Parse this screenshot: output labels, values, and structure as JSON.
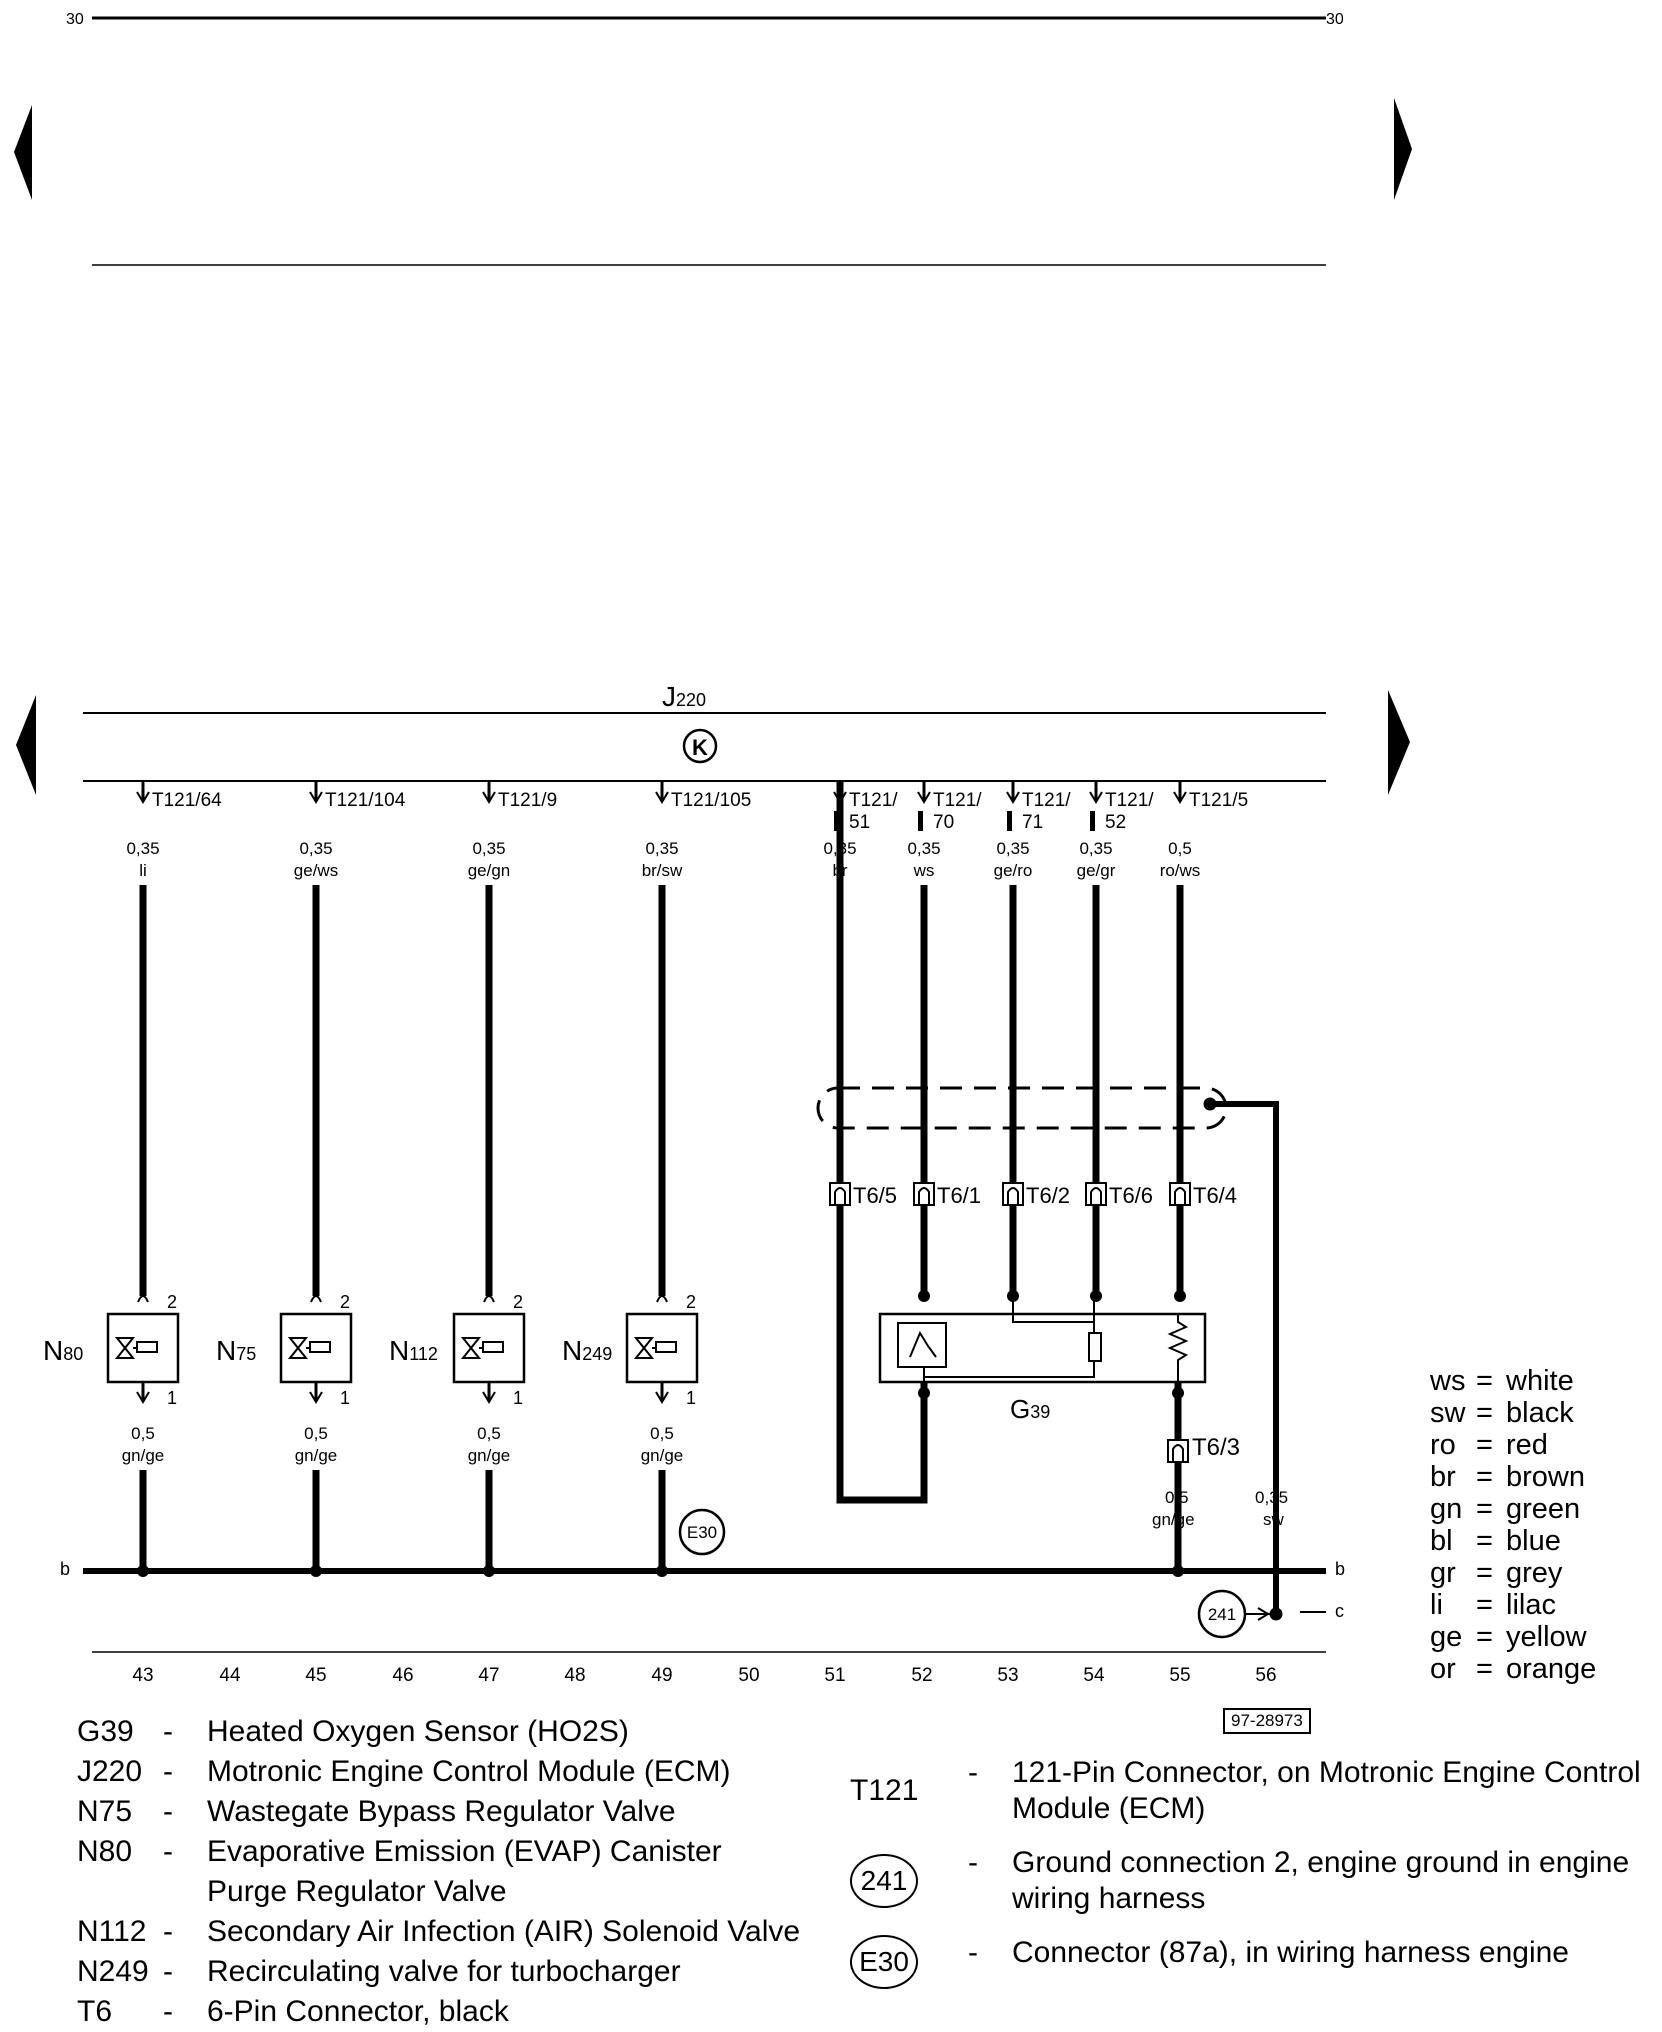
{
  "page_marks": {
    "left": "30",
    "right": "30"
  },
  "ecm": {
    "name": "J",
    "sub": "220"
  },
  "wires": [
    {
      "pin": "T121/64",
      "gauge": "0,35",
      "color": "li"
    },
    {
      "pin": "T121/104",
      "gauge": "0,35",
      "color": "ge/ws"
    },
    {
      "pin": "T121/9",
      "gauge": "0,35",
      "color": "ge/gn"
    },
    {
      "pin": "T121/105",
      "gauge": "0,35",
      "color": "br/sw"
    },
    {
      "pin1": "T121/",
      "pin2": "51",
      "gauge": "0,35",
      "color": "br"
    },
    {
      "pin1": "T121/",
      "pin2": "70",
      "gauge": "0,35",
      "color": "ws"
    },
    {
      "pin1": "T121/",
      "pin2": "71",
      "gauge": "0,35",
      "color": "ge/ro"
    },
    {
      "pin1": "T121/",
      "pin2": "52",
      "gauge": "0,35",
      "color": "ge/gr"
    },
    {
      "pin": "T121/5",
      "gauge": "0,5",
      "color": "ro/ws"
    }
  ],
  "valves": [
    {
      "name": "N",
      "sub": "80",
      "pin_top": "2",
      "pin_bot": "1",
      "gauge": "0,5",
      "color": "gn/ge"
    },
    {
      "name": "N",
      "sub": "75",
      "pin_top": "2",
      "pin_bot": "1",
      "gauge": "0,5",
      "color": "gn/ge"
    },
    {
      "name": "N",
      "sub": "112",
      "pin_top": "2",
      "pin_bot": "1",
      "gauge": "0,5",
      "color": "gn/ge"
    },
    {
      "name": "N",
      "sub": "249",
      "pin_top": "2",
      "pin_bot": "1",
      "gauge": "0,5",
      "color": "gn/ge"
    }
  ],
  "t6_connectors": [
    "T6/5",
    "T6/1",
    "T6/2",
    "T6/6",
    "T6/4"
  ],
  "sensor": {
    "name": "G",
    "sub": "39",
    "connector": "T6/3",
    "gauge": "0,5",
    "color": "gn/ge"
  },
  "ground_wire": {
    "gauge": "0,35",
    "color": "sw"
  },
  "e30": "E30",
  "g241": "241",
  "bus_labels": {
    "b": "b",
    "c": "c"
  },
  "columns": [
    "43",
    "44",
    "45",
    "46",
    "47",
    "48",
    "49",
    "50",
    "51",
    "52",
    "53",
    "54",
    "55",
    "56"
  ],
  "ref_number": "97-28973",
  "colors_legend": [
    {
      "ab": "ws",
      "name": "white"
    },
    {
      "ab": "sw",
      "name": "black"
    },
    {
      "ab": "ro",
      "name": "red"
    },
    {
      "ab": "br",
      "name": "brown"
    },
    {
      "ab": "gn",
      "name": "green"
    },
    {
      "ab": "bl",
      "name": "blue"
    },
    {
      "ab": "gr",
      "name": "grey"
    },
    {
      "ab": "li",
      "name": "lilac"
    },
    {
      "ab": "ge",
      "name": "yellow"
    },
    {
      "ab": "or",
      "name": "orange"
    }
  ],
  "legend": [
    {
      "code": "G39",
      "desc": "Heated Oxygen Sensor (HO2S)"
    },
    {
      "code": "J220",
      "desc": "Motronic Engine Control Module (ECM)"
    },
    {
      "code": "N75",
      "desc": "Wastegate Bypass Regulator Valve"
    },
    {
      "code": "N80",
      "desc": "Evaporative Emission (EVAP) Canister Purge Regulator Valve"
    },
    {
      "code": "N112",
      "desc": "Secondary Air Infection (AIR) Solenoid Valve"
    },
    {
      "code": "N249",
      "desc": "Recirculating valve for turbocharger"
    },
    {
      "code": "T6",
      "desc": "6-Pin Connector, black"
    }
  ],
  "legend2": [
    {
      "code": "T121",
      "desc": "121-Pin Connector, on Motronic Engine Control Module (ECM)"
    },
    {
      "code": "241",
      "desc": "Ground connection 2, engine ground in engine wiring harness"
    },
    {
      "code": "E30",
      "desc": "Connector (87a), in wiring harness engine"
    }
  ],
  "dash": "-"
}
